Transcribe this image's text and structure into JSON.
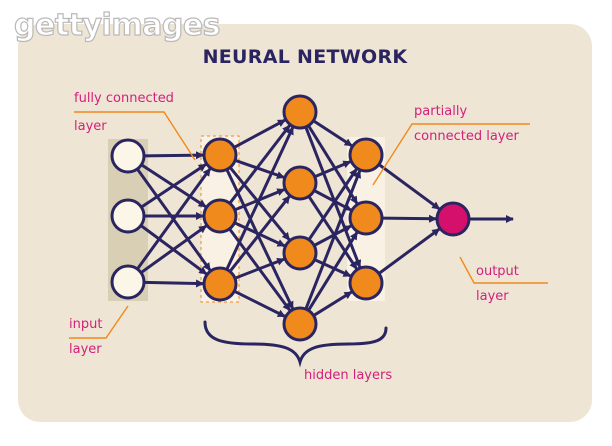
{
  "watermark": "gettyimages",
  "title": "NEURAL NETWORK",
  "annotations": {
    "fully_connected_line1": "fully connected",
    "fully_connected_line2": "layer",
    "partially_connected_line1": "partially",
    "partially_connected_line2": "connected layer",
    "input_line1": "input",
    "input_line2": "layer",
    "output_line1": "output",
    "output_line2": "layer",
    "hidden_layers": "hidden layers"
  },
  "colors": {
    "card_background": "#efe5d5",
    "edge": "#2a2560",
    "input_node": "#fbf6e8",
    "hidden_node": "#f08a1c",
    "output_node": "#d4106c",
    "annotation_text": "#d4207a",
    "leader_line": "#f08a1c",
    "input_band": "#d9cfb4",
    "hidden_band": "#f8f1e4"
  },
  "network": {
    "layer_sizes": [
      3,
      3,
      4,
      3,
      1
    ]
  }
}
